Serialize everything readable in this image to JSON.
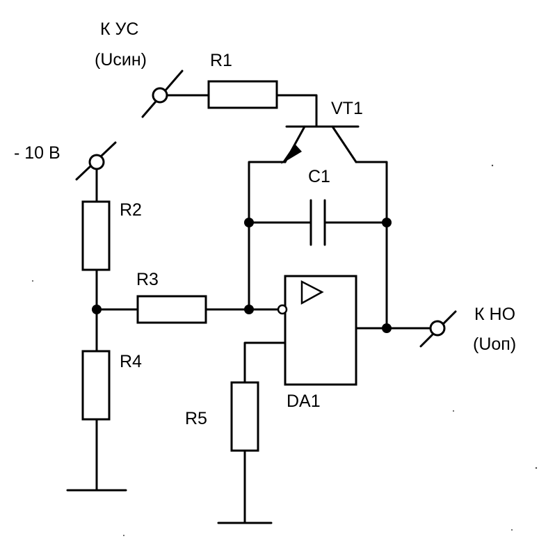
{
  "labels": {
    "in_top": "К УС",
    "in_sub": "(Uсин)",
    "supply": "- 10 В",
    "out_top": "К НО",
    "out_sub": "(Uоп)"
  },
  "components": {
    "r1": "R1",
    "r2": "R2",
    "r3": "R3",
    "r4": "R4",
    "r5": "R5",
    "c1": "C1",
    "vt1": "VT1",
    "da1": "DA1"
  },
  "colors": {
    "ink": "#000000",
    "paper": "#ffffff"
  }
}
